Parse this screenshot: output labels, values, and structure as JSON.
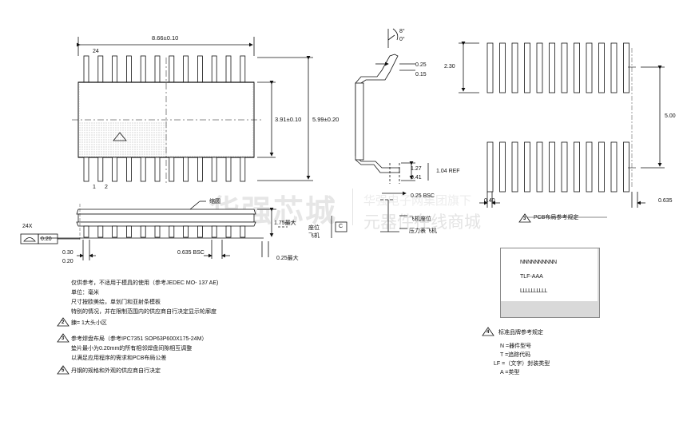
{
  "dimensions": {
    "top_length": "8.66±0.10",
    "pin24": "24",
    "pin1": "1",
    "pin2": "2",
    "body_width": "3.91±0.10",
    "overall_width": "5.99±0.20",
    "angle_top": "8°",
    "angle_bottom": "0°",
    "lead_thk_max": "0.25",
    "lead_thk_min": "0.15",
    "foot_max": "1.27",
    "foot_min": "0.41",
    "ref": "1.04 REF",
    "bsc_side": "0.25 BSC",
    "height_max": "1.75最大",
    "standoff_max": "0.25最大",
    "lead_width_max": "0.30",
    "lead_width_min": "0.20",
    "pitch": "0.635 BSC",
    "pcb_pad_len": "2.30",
    "pcb_row_span": "5.00",
    "pcb_pad_w": "0.40",
    "pcb_pitch": "0.635",
    "datum_label": "24X",
    "tolerance": "0.20",
    "datum_c": "C"
  },
  "labels": {
    "seating_plane_top": "座位",
    "seating_plane_bottom": "飞机",
    "pin_marker": "缩圆",
    "gauge_plane": "飞机座位",
    "pressure_plane": "压力表飞机",
    "pcb_note": "PCB布局参考规定",
    "marking_note": "标准品牌参考规定"
  },
  "notes": {
    "n1_line1": "仅供参考，不适用于模具的使用（参考JEDEC MO- 137 AE)",
    "n1_line2": "单位：毫米",
    "n1_line3": "尺寸按欧美绘，单划门和亚射条模板",
    "n1_line4": "特别的情况，并在限制范围内的供应商自行决定显示轮廓度",
    "n2": "鍊= 1大头小区",
    "n3_line1": "参考焊盘布局（参考IPC7351 SOP63P600X175-24M）",
    "n3_line2": "垫片最小为0.20mm的所有相邻焊盘间隙相互调整",
    "n3_line3": "以满足应用程序的需求和PCB布局公差",
    "n5": "丹钢的规格和外观的供应商自行决定"
  },
  "marking": {
    "line1": "NNNNNNNNNN",
    "line2": "TLF-AAA",
    "line3": "LLLLLLLLLL",
    "legend1": "N =器件型号",
    "legend2": "T =追踪代码",
    "legend3": "LF =（文字）封装类型",
    "legend4": "A =类型"
  },
  "badges": {
    "b2": "2",
    "b3": "3",
    "b4": "4",
    "b5": "5"
  },
  "watermark": {
    "big": "华强芯城",
    "small": "华强电子网集团旗下",
    "shop": "元器件在线商城"
  }
}
